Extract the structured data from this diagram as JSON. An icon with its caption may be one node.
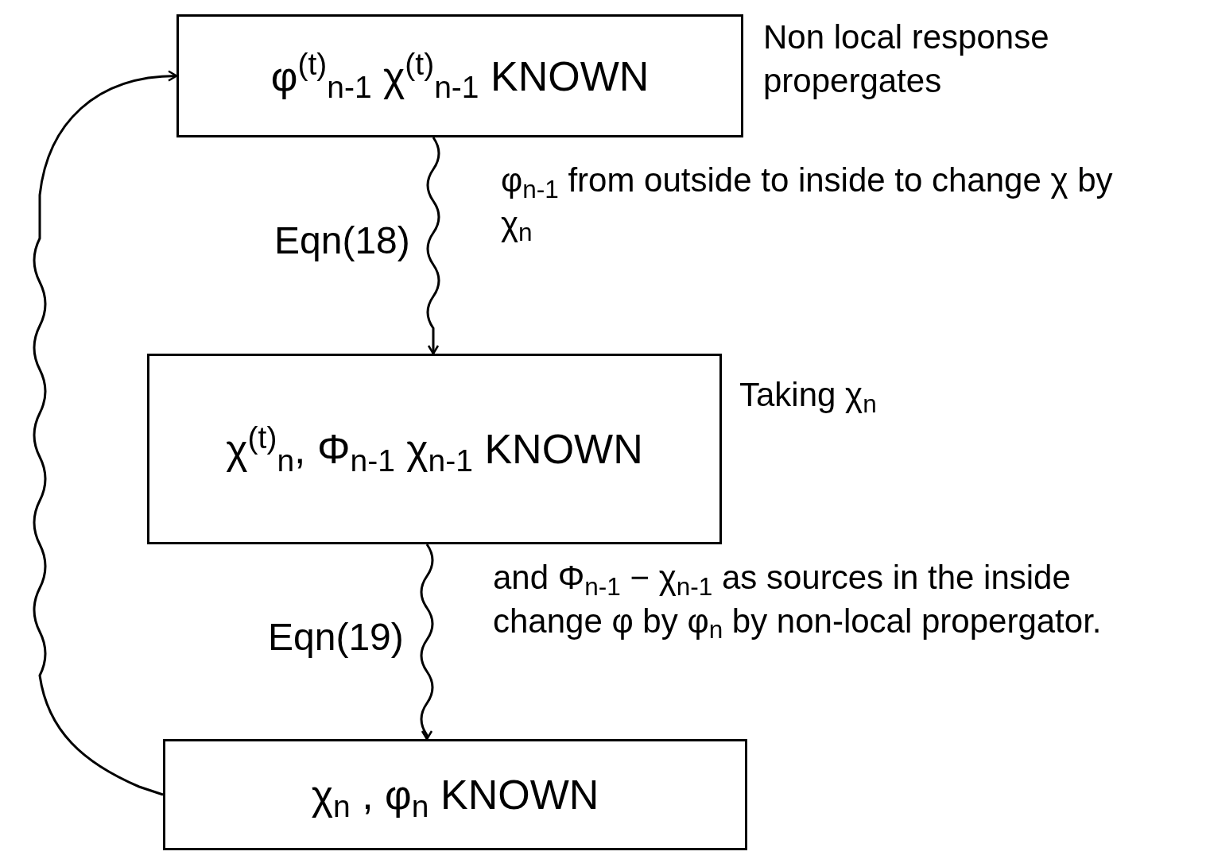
{
  "diagram": {
    "nodes": [
      {
        "text": [
          "φ$^{(t)}$$_{n-1}$ χ$^{(t)}$$_{n-1}$ KNOWN"
        ]
      },
      {
        "text": [
          "χ$^{(t)}$$_{n}$, Φ$_{n-1}$ χ$_{n-1}$ KNOWN"
        ]
      },
      {
        "text": [
          "χ$_{n}$ , φ$_{n}$ KNOWN"
        ]
      }
    ],
    "edges": [
      {
        "from": 0,
        "to": 1,
        "arrow": "to",
        "label": "Eqn(18)"
      },
      {
        "from": 1,
        "to": 2,
        "arrow": "to",
        "label": "Eqn(19)"
      },
      {
        "from": 2,
        "to": 0,
        "arrow": "to"
      }
    ],
    "labels": [
      "Non local response propergates",
      "φ$_{n-1}$ from outside to inside to change χ by χ$_{n}$",
      "Taking χ$_{n}$",
      "and Φ$_{n-1}$ − χ$_{n-1}$ as sources in the inside change φ by φ$_{n}$ by non-local propergator."
    ]
  }
}
